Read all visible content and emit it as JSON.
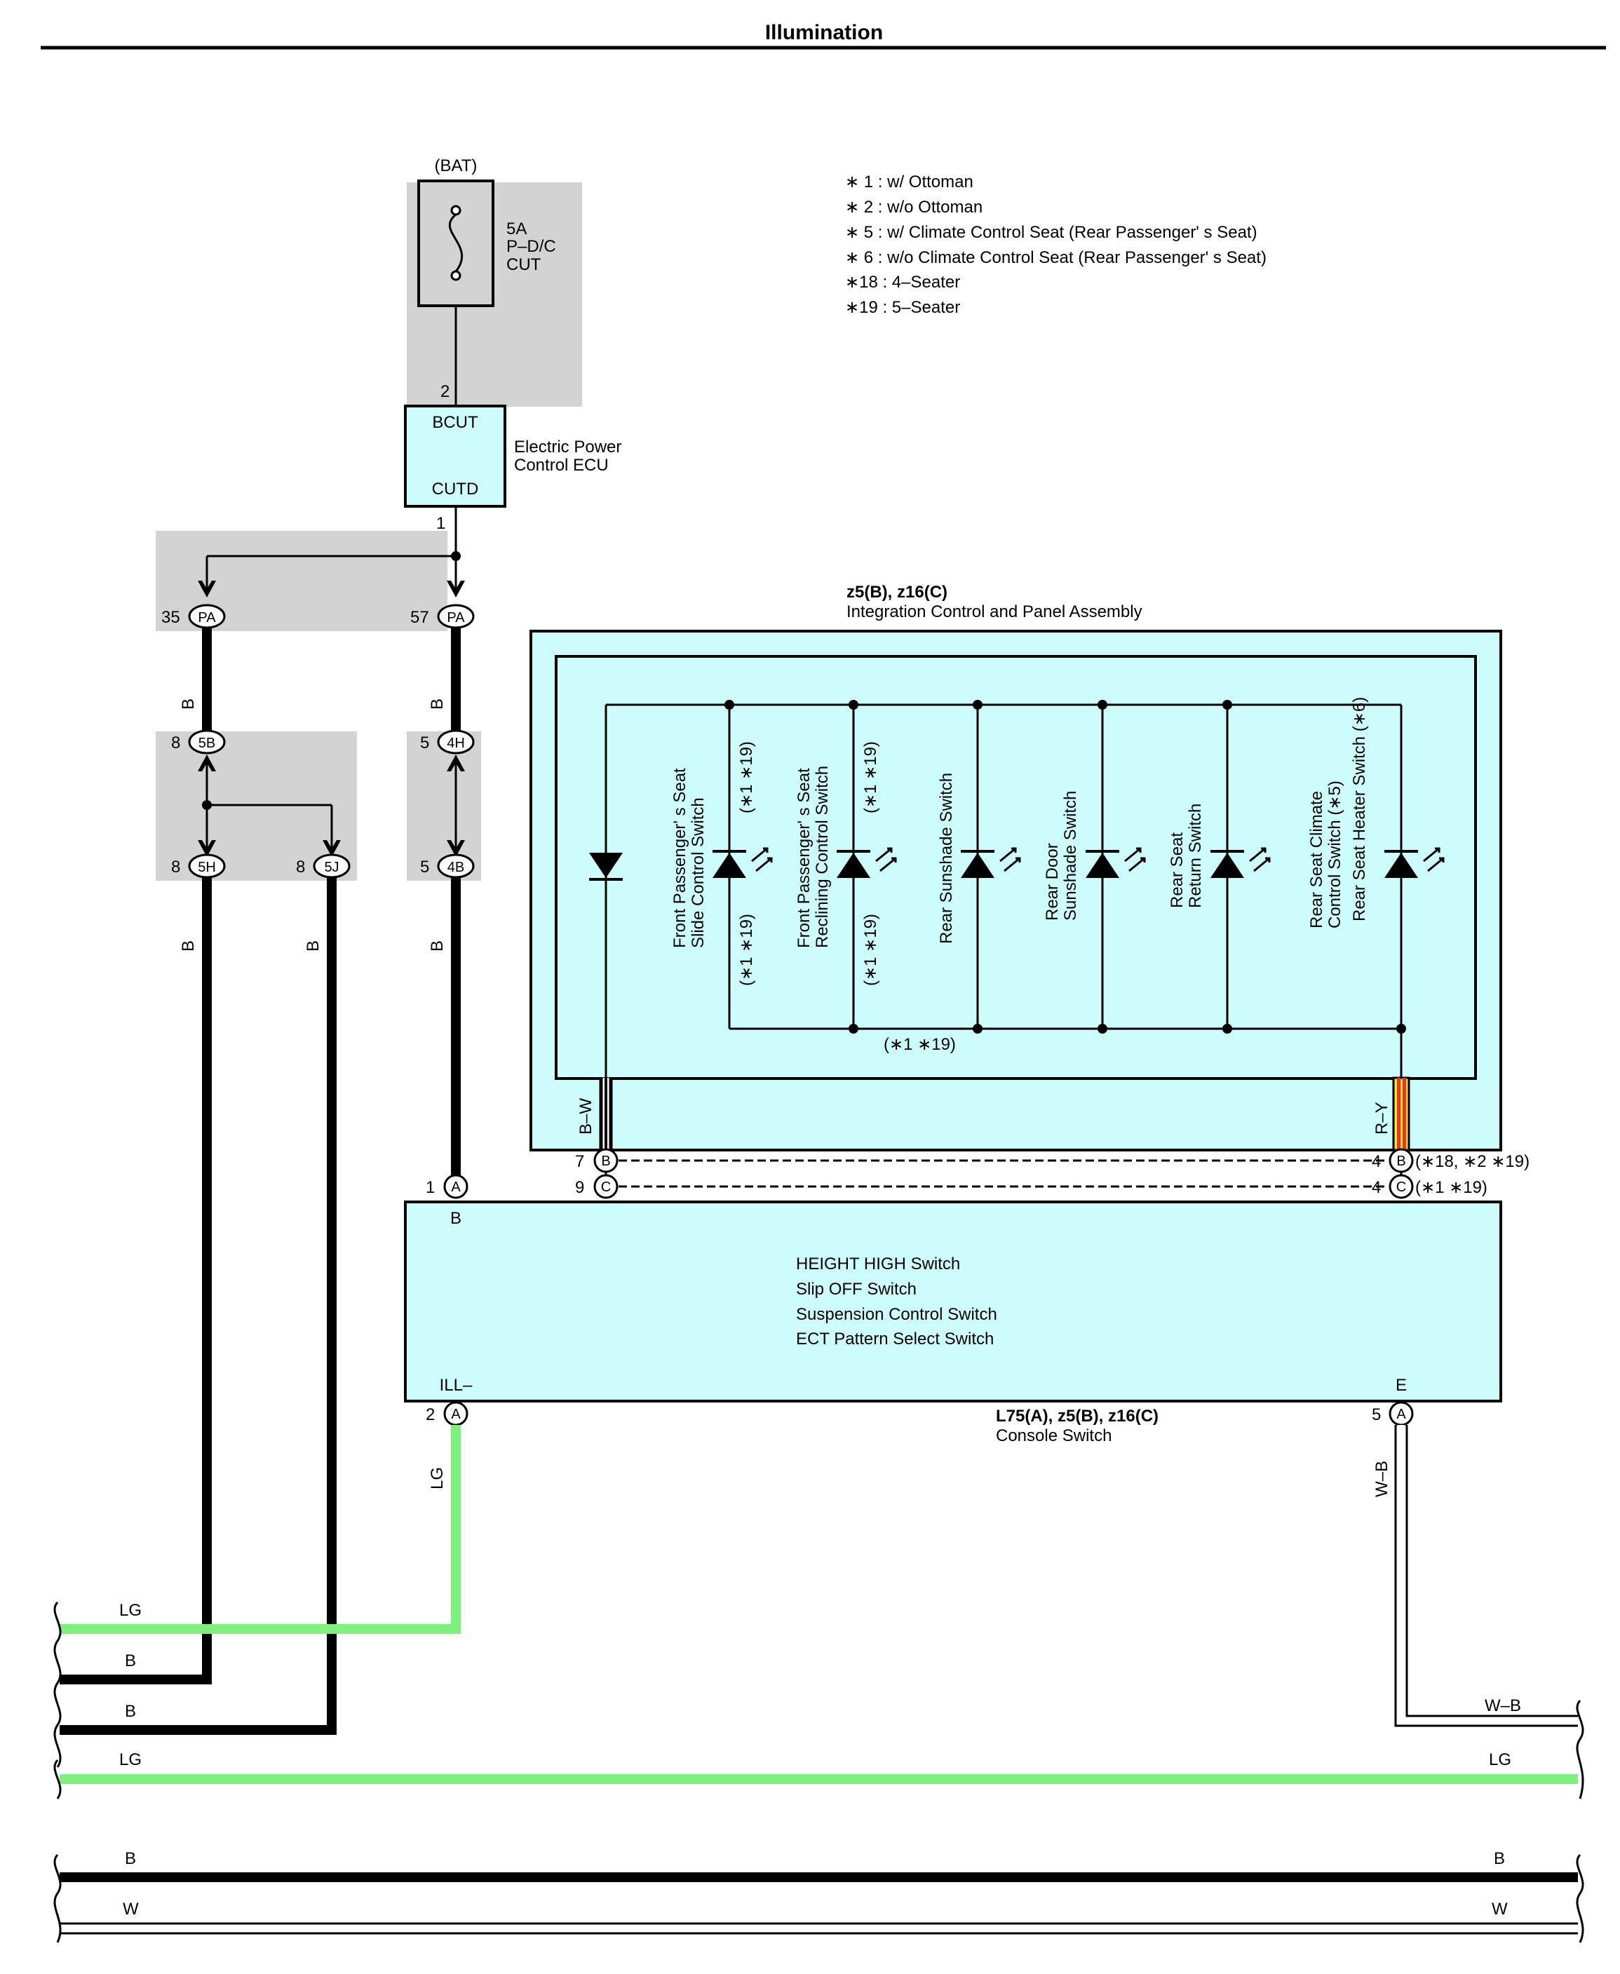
{
  "title": "Illumination",
  "notes": [
    "∗ 1 : w/ Ottoman",
    "∗ 2 : w/o Ottoman",
    "∗ 5 : w/ Climate Control Seat  (Rear Passenger'  s Seat)",
    "∗ 6 : w/o Climate Control Seat  (Rear Passenger'  s Seat)",
    "∗18 : 4–Seater",
    "∗19 : 5–Seater"
  ],
  "fuse": {
    "source": "(BAT)",
    "rating": "5A",
    "name1": "P–D/C",
    "name2": "CUT",
    "pin": "2"
  },
  "ecu": {
    "term_top": "BCUT",
    "term_bottom": "CUTD",
    "name1": "Electric Power",
    "name2": "Control ECU",
    "pin_out": "1"
  },
  "junctions": {
    "pa35_pin": "35",
    "pa57_pin": "57",
    "pa": "PA",
    "j5b_pin": "8",
    "j5b": "5B",
    "j5h_pin": "8",
    "j5h": "5H",
    "j5j_pin": "8",
    "j5j": "5J",
    "j4h_pin": "5",
    "j4h": "4H",
    "j4b_pin": "5",
    "j4b": "4B"
  },
  "wires": {
    "b": "B",
    "lg": "LG",
    "bw": "B–W",
    "ry": "R–Y",
    "wb": "W–B",
    "w": "W"
  },
  "panel": {
    "code": "z5(B), z16(C)",
    "name": "Integration Control  and Panel Assembly",
    "bottom_note": "(∗1 ∗19)",
    "switches": [
      {
        "l1": "Front Passenger'  s Seat",
        "l2": "Slide Control Switch",
        "l3": ""
      },
      {
        "l1": "Front Passenger'  s Seat",
        "l2": "Reclining Control Switch",
        "l3": ""
      },
      {
        "l1": "Rear Sunshade Switch",
        "l2": "",
        "l3": ""
      },
      {
        "l1": "Rear Door",
        "l2": "Sunshade Switch",
        "l3": ""
      },
      {
        "l1": "Rear Seat",
        "l2": "Return Switch",
        "l3": ""
      },
      {
        "l1": "Rear Seat Climate",
        "l2": "Control Switch (∗5)",
        "l3": "Rear Seat Heater Switch (∗6)"
      }
    ],
    "led_note": "(∗1 ∗19)"
  },
  "console": {
    "code": "L75(A), z5(B), z16(C)",
    "name": "Console Switch",
    "functions": [
      "HEIGHT HIGH Switch",
      "Slip OFF Switch",
      "Suspension Control Switch",
      "ECT Pattern Select Switch"
    ],
    "term_b": "B",
    "term_ill": "ILL–",
    "term_e": "E",
    "pin_a1": "1",
    "conn_a": "A",
    "pin_a2": "2",
    "pin_a5": "5",
    "pin_b7": "7",
    "conn_b": "B",
    "pin_c9": "9",
    "conn_c": "C",
    "pin_b4": "4",
    "note_b4": "(∗18,  ∗2 ∗19)",
    "pin_c4": "4",
    "note_c4": "(∗1 ∗19)"
  },
  "colors": {
    "lg": "#7ef07e",
    "cyan": "#ccfcfc",
    "grey": "#d3d3d3",
    "red": "#e8372a",
    "yellow": "#f5e23a"
  }
}
